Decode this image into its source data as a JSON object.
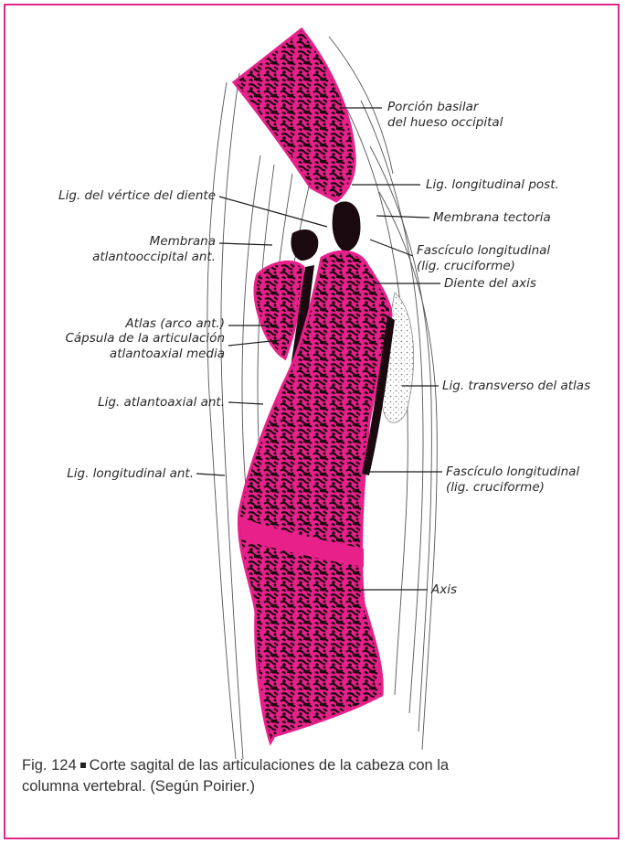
{
  "colors": {
    "frame": "#e0288a",
    "bone": "#e8208a",
    "bone_dark": "#1a0a10",
    "ligament": "#555555"
  },
  "labels": {
    "porcion_basilar_1": "Porción basilar",
    "porcion_basilar_2": "del hueso occipital",
    "lig_longitudinal_post": "Lig. longitudinal post.",
    "lig_vertice_diente": "Lig. del vértice del diente",
    "membrana_tectoria": "Membrana tectoria",
    "membrana_atlanto_1": "Membrana",
    "membrana_atlanto_2": "atlantooccipital ant.",
    "fasciculo_sup_1": "Fascículo longitudinal",
    "fasciculo_sup_2": "(lig. cruciforme)",
    "diente_axis": "Diente del axis",
    "atlas_arco": "Atlas (arco ant.)",
    "capsula_1": "Cápsula de la articulación",
    "capsula_2": "atlantoaxial media",
    "lig_transverso": "Lig. transverso del atlas",
    "lig_atlantoaxial": "Lig. atlantoaxial ant.",
    "lig_longitudinal_ant": "Lig. longitudinal ant.",
    "fasciculo_inf_1": "Fascículo longitudinal",
    "fasciculo_inf_2": "(lig. cruciforme)",
    "axis": "Axis"
  },
  "caption": {
    "fig": "Fig. 124",
    "text_1": "Corte sagital de las articulaciones de la cabeza con la",
    "text_2": "columna vertebral. (Según Poirier.)"
  }
}
